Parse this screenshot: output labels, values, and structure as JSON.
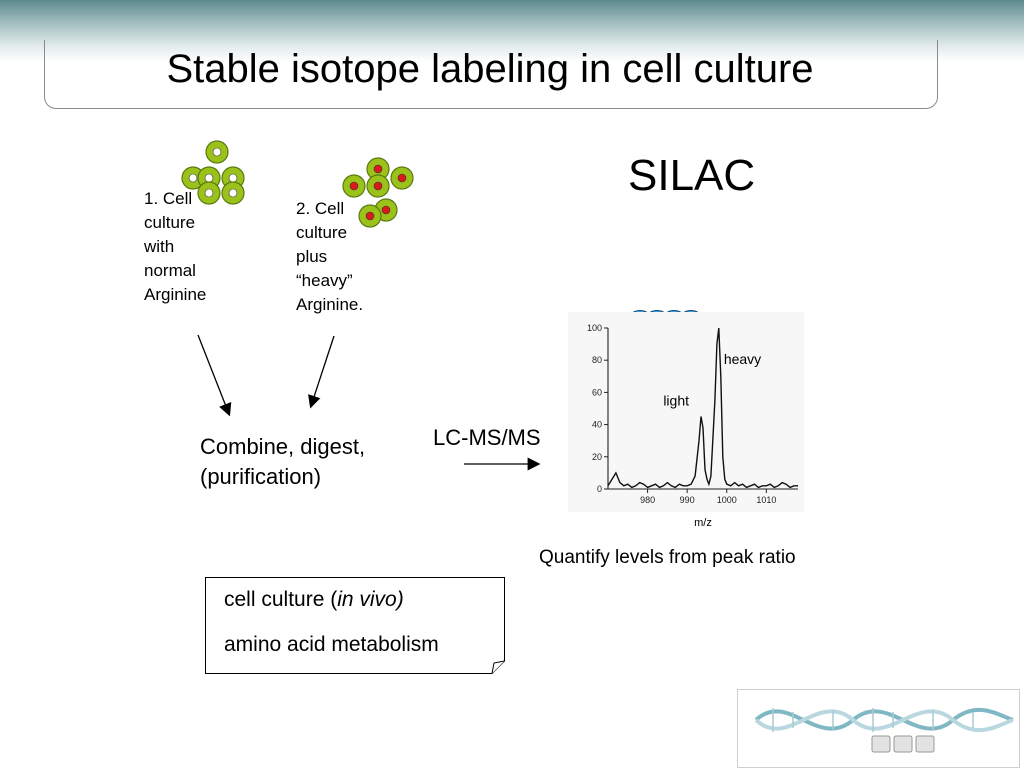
{
  "slide": {
    "title": "Stable isotope labeling in cell culture",
    "acronym": "SILAC"
  },
  "steps": {
    "step1": "1. Cell\nculture\nwith\nnormal\nArginine",
    "step2": "2. Cell\nculture\nplus\n“heavy”\nArginine.",
    "combine": "Combine, digest,\n(purification)",
    "method": "LC-MS/MS",
    "quantify": "Quantify levels from peak ratio"
  },
  "note": {
    "line1_prefix": "cell culture (",
    "line1_italic": "in vivo)",
    "line2": "amino acid metabolism"
  },
  "colors": {
    "cell_fill": "#9ac21b",
    "cell_stroke": "#5a7a10",
    "normal_marker": "#ffffff",
    "heavy_marker": "#dd1a1a",
    "peptide_blue": "#3aa7e0",
    "peptide_red": "#e04848"
  },
  "icons": {
    "normal_cells": "green-cell-cluster-white-dots",
    "heavy_cells": "green-cell-cluster-red-dots",
    "logo": "dna-helix-logo"
  },
  "chart_data": {
    "type": "line",
    "title": "",
    "xlabel": "m/z",
    "ylabel": "",
    "xlim": [
      970,
      1018
    ],
    "ylim": [
      0,
      100
    ],
    "x_ticks": [
      980,
      990,
      1000,
      1010
    ],
    "y_ticks": [
      0,
      20,
      40,
      60,
      80,
      100
    ],
    "annotations": [
      {
        "text": "light",
        "x": 994,
        "y": 47
      },
      {
        "text": "heavy",
        "x": 998,
        "y": 100
      }
    ],
    "series": [
      {
        "x": [
          970,
          971,
          972,
          973,
          974,
          975,
          976,
          977,
          978,
          979,
          980,
          981,
          982,
          983,
          984,
          985,
          986,
          987,
          988,
          989,
          990,
          991,
          992,
          993,
          993.5,
          994,
          994.5,
          995,
          995.5,
          996,
          997,
          997.5,
          998,
          998.5,
          999,
          999.5,
          1000,
          1001,
          1002,
          1003,
          1004,
          1005,
          1006,
          1007,
          1008,
          1009,
          1010,
          1011,
          1012,
          1013,
          1014,
          1015,
          1016,
          1017,
          1018
        ],
        "y": [
          2,
          6,
          10,
          4,
          2,
          3,
          1,
          2,
          4,
          3,
          1,
          2,
          3,
          1,
          2,
          4,
          2,
          1,
          3,
          2,
          2,
          3,
          8,
          30,
          45,
          38,
          12,
          6,
          3,
          8,
          55,
          90,
          100,
          70,
          20,
          6,
          3,
          2,
          4,
          2,
          3,
          1,
          2,
          3,
          1,
          2,
          2,
          3,
          1,
          2,
          4,
          3,
          1,
          2,
          2
        ]
      }
    ]
  }
}
